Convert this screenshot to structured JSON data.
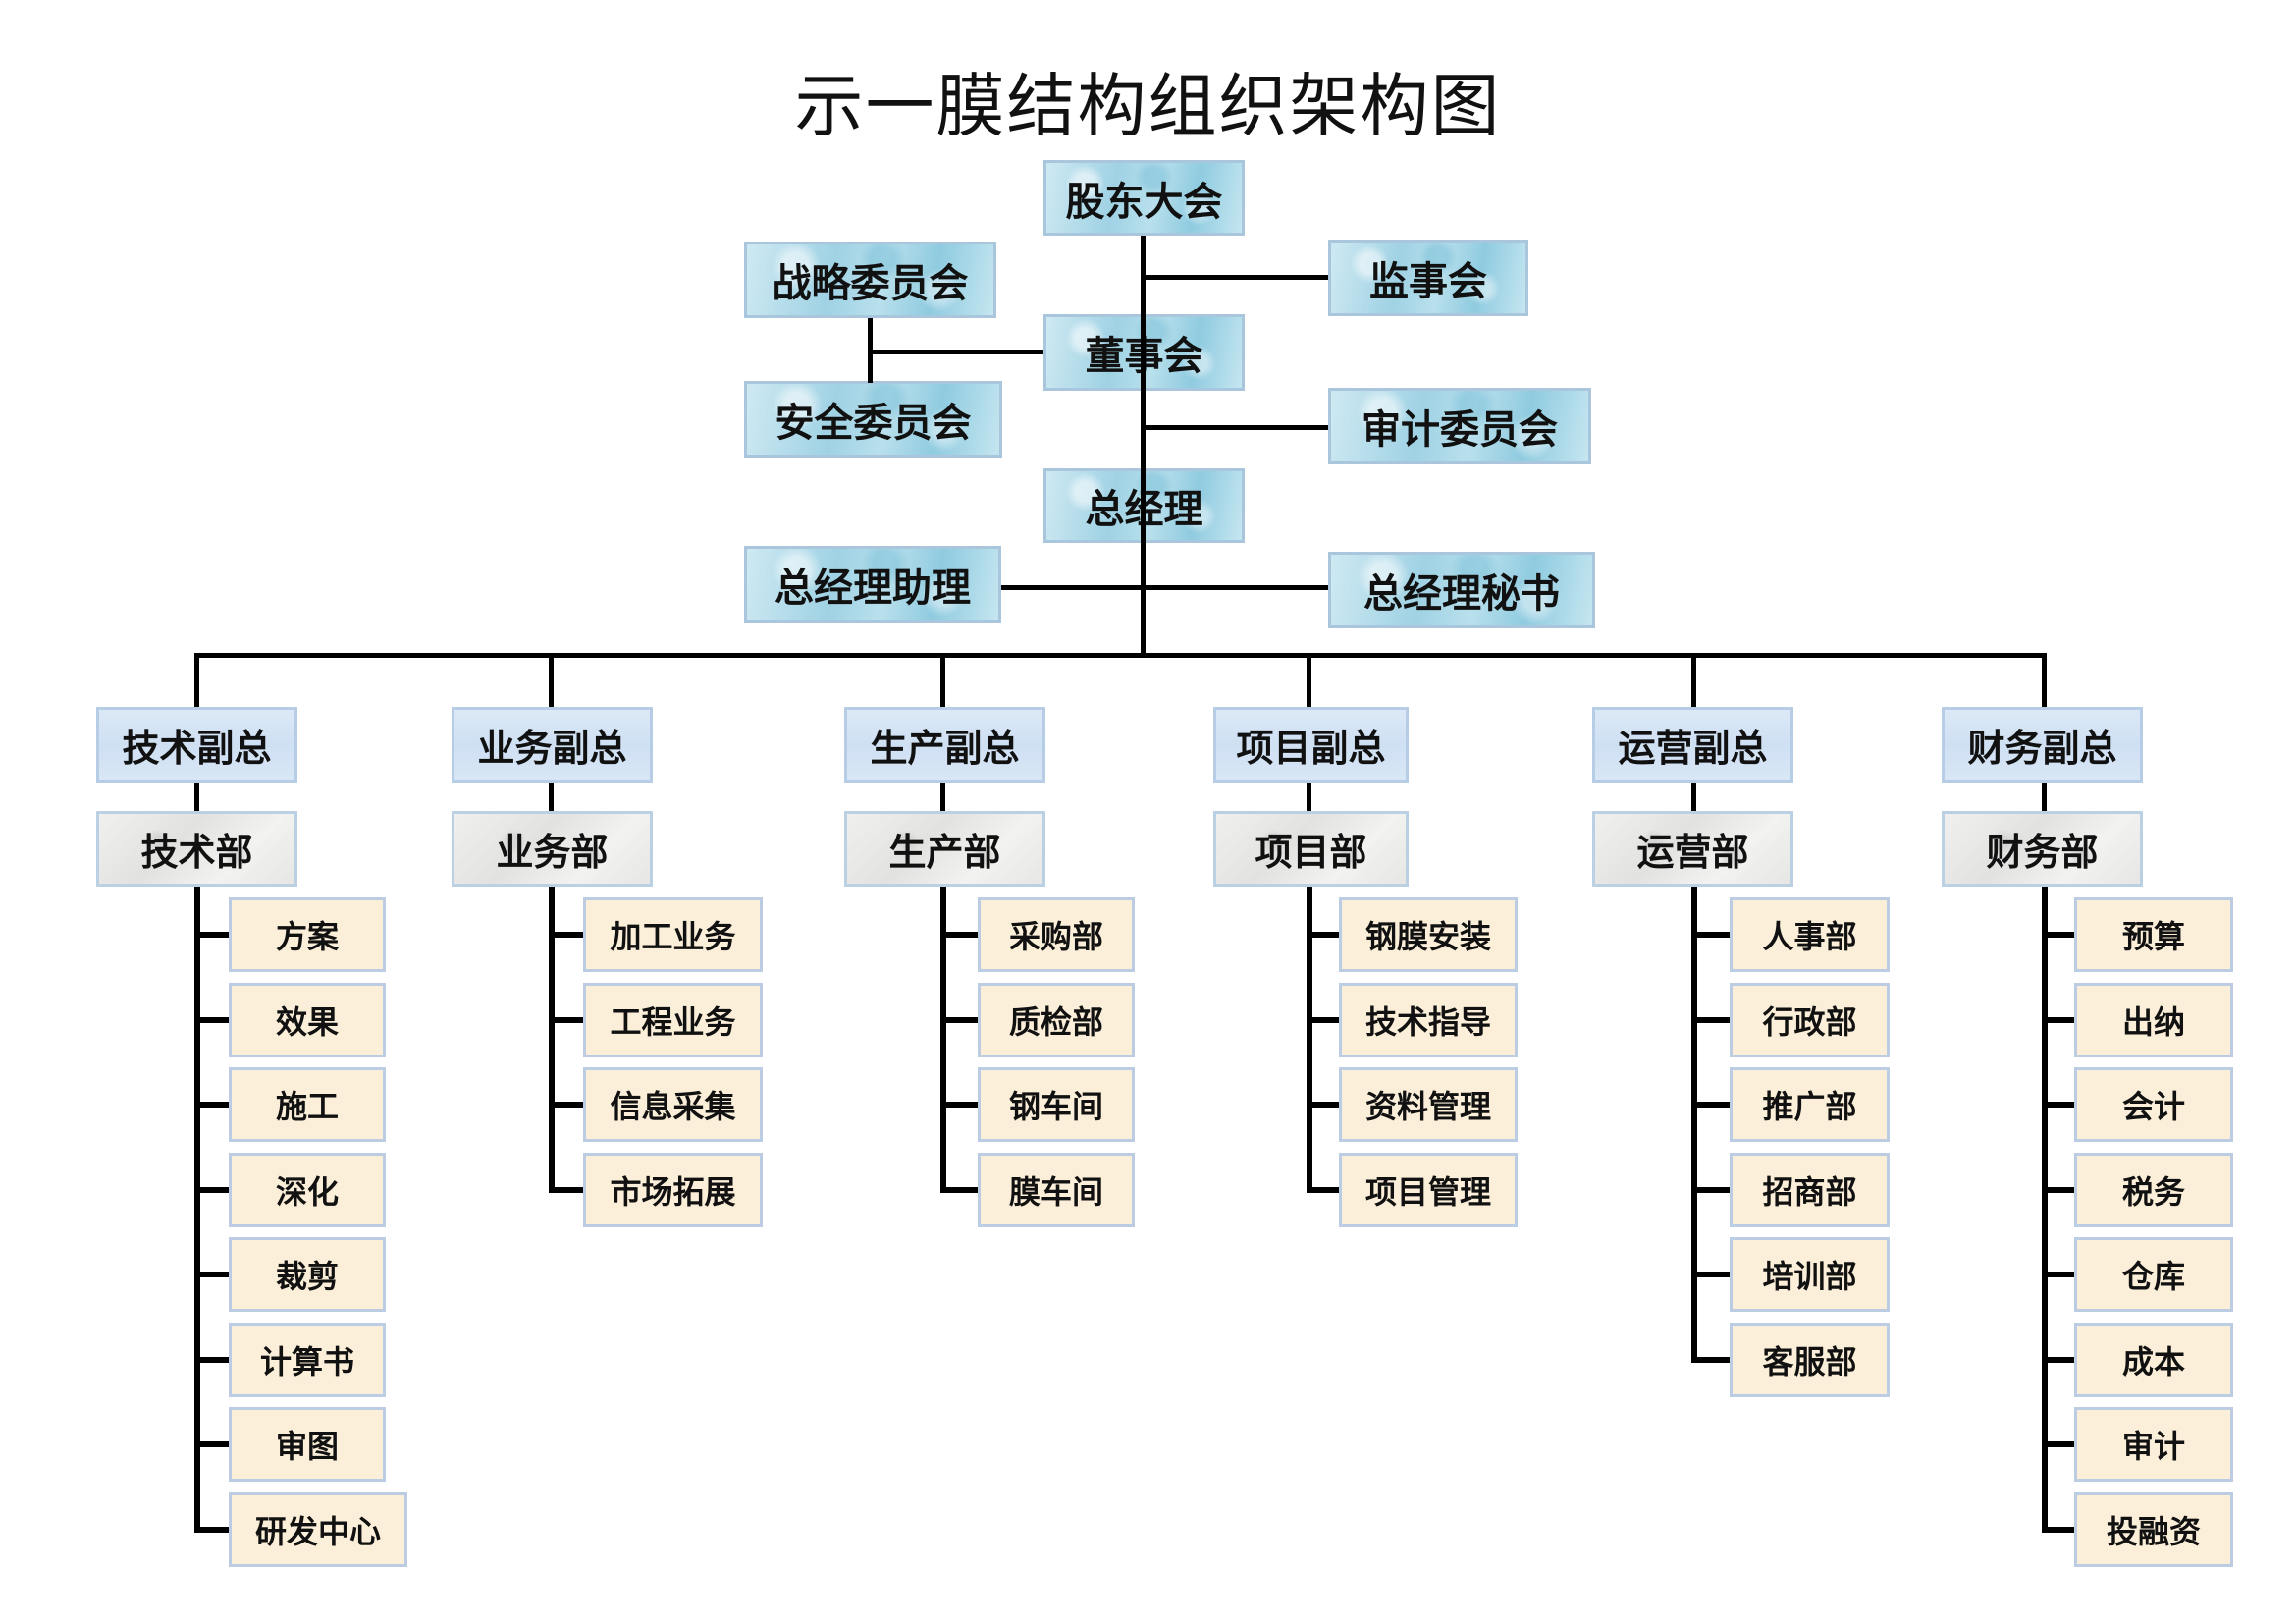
{
  "title": "示一膜结构组织架构图",
  "colors": {
    "connector": "#000000",
    "executive_fill": "#a8d8e8",
    "vp_fill": "#d6e5f5",
    "department_fill": "#e8e8e6",
    "sub_unit_fill": "#fcefd9",
    "box_border": "#b8cbe2"
  },
  "governance": {
    "shareholders": "股东大会",
    "supervisory_board": "监事会",
    "board": "董事会",
    "strategy_committee": "战略委员会",
    "safety_committee": "安全委员会",
    "audit_committee": "审计委员会",
    "general_manager": "总经理",
    "gm_assistant": "总经理助理",
    "gm_secretary": "总经理秘书"
  },
  "divisions": [
    {
      "vp": "技术副总",
      "department": "技术部",
      "units": [
        "方案",
        "效果",
        "施工",
        "深化",
        "裁剪",
        "计算书",
        "审图",
        "研发中心"
      ]
    },
    {
      "vp": "业务副总",
      "department": "业务部",
      "units": [
        "加工业务",
        "工程业务",
        "信息采集",
        "市场拓展"
      ]
    },
    {
      "vp": "生产副总",
      "department": "生产部",
      "units": [
        "采购部",
        "质检部",
        "钢车间",
        "膜车间"
      ]
    },
    {
      "vp": "项目副总",
      "department": "项目部",
      "units": [
        "钢膜安装",
        "技术指导",
        "资料管理",
        "项目管理"
      ]
    },
    {
      "vp": "运营副总",
      "department": "运营部",
      "units": [
        "人事部",
        "行政部",
        "推广部",
        "招商部",
        "培训部",
        "客服部"
      ]
    },
    {
      "vp": "财务副总",
      "department": "财务部",
      "units": [
        "预算",
        "出纳",
        "会计",
        "税务",
        "仓库",
        "成本",
        "审计",
        "投融资"
      ]
    }
  ]
}
